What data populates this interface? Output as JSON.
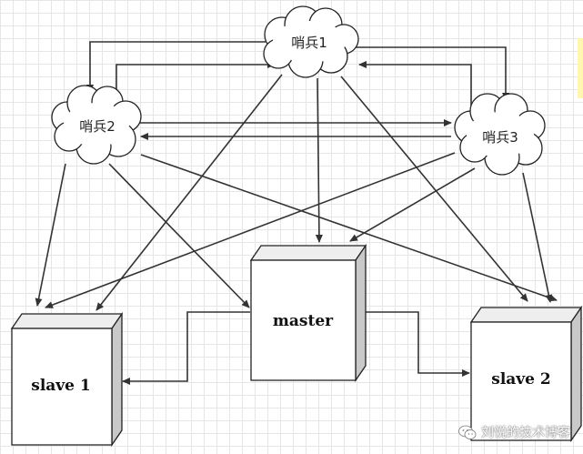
{
  "nodes": {
    "sentinel1": "哨兵1",
    "sentinel2": "哨兵2",
    "sentinel3": "哨兵3",
    "master": "master",
    "slave1": "slave 1",
    "slave2": "slave 2"
  },
  "watermark": "刘悦的技术博客",
  "icons": {
    "watermark_icon": "wechat-icon"
  }
}
